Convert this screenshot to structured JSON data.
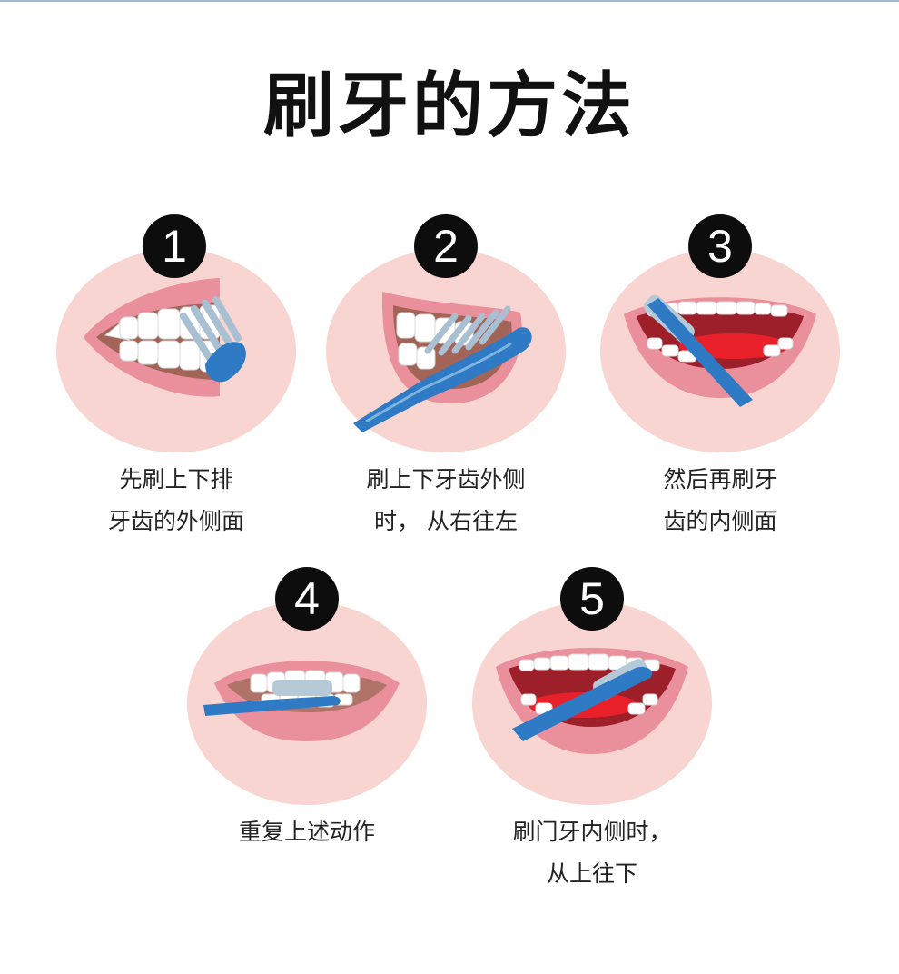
{
  "title": "刷牙的方法",
  "steps": [
    {
      "number": "1",
      "line1": "先刷上下排",
      "line2": "牙齿的外侧面"
    },
    {
      "number": "2",
      "line1": "刷上下牙齿外侧",
      "line2": "时， 从右往左"
    },
    {
      "number": "3",
      "line1": "然后再刷牙",
      "line2": "齿的内侧面"
    },
    {
      "number": "4",
      "line1": "重复上述动作",
      "line2": ""
    },
    {
      "number": "5",
      "line1": "刷门牙内侧时，",
      "line2": "从上往下"
    }
  ],
  "colors": {
    "circle": "#f8d5d1",
    "lip": "#ea8f9c",
    "gum": "#b07367",
    "tongue": "#9c1f2a",
    "brush": "#2e7ac4",
    "bristle": "#b6c9d6"
  }
}
